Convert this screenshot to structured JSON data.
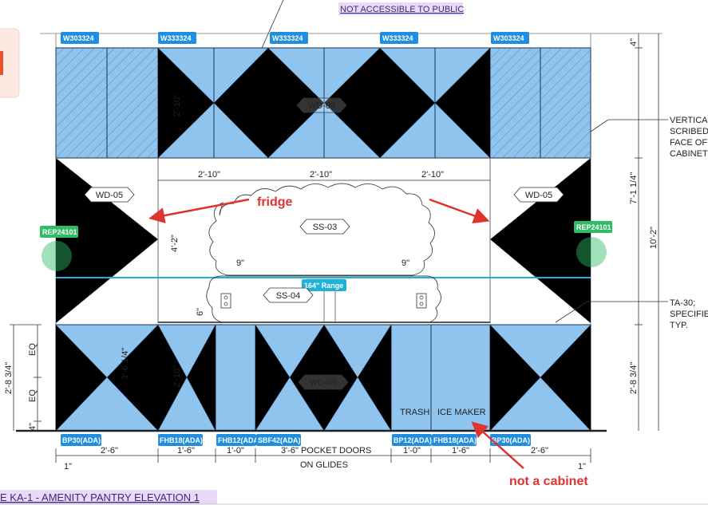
{
  "header_note": "NOT ACCESSIBLE TO PUBLIC",
  "sheet_title": "E KA-1 - AMENITY PANTRY ELEVATION 1",
  "colors": {
    "tag_blue": "#1f8ee0",
    "tag_green": "#2ebd63",
    "cab_fill": "#8fc4ef",
    "range_line": "#1cb3d6",
    "arrow_red": "#e0322f",
    "title_purple": "#ead9f7"
  },
  "upper_tags": [
    "W303324",
    "W333324",
    "W333324",
    "W333324",
    "W303324"
  ],
  "lower_tags": [
    "BP30(ADA)",
    "FHB18(ADA)",
    "FHB12(ADA",
    "SBF42(ADA)",
    "BP12(ADA)",
    "FHB18(ADA)",
    "BP30(ADA)"
  ],
  "rep_tags": [
    "REP24101",
    "REP24101"
  ],
  "range_tag": "164\" Range",
  "finish_labels": {
    "upper_center": "WD-05",
    "wall_left": "WD-05",
    "wall_right": "WD-05",
    "backsplash": "SS-03",
    "counter": "SS-04",
    "lower_center": "WD-05"
  },
  "annotations": {
    "fridge": "fridge",
    "not_a_cabinet": "not a cabinet"
  },
  "appliance_labels": {
    "trash": "TRASH",
    "ice_maker": "ICE MAKER"
  },
  "right_notes": {
    "vertical": [
      "VERTICA",
      "SCRIBED",
      "FACE OF",
      "CABINET"
    ],
    "ta": [
      "TA-30;",
      "SPECIFIE",
      "TYP."
    ]
  },
  "dims": {
    "d4": "4\"",
    "d714": "7'-1 1/4\"",
    "d102": "10'-2\"",
    "d2834r": "2'-8 3/4\"",
    "d210u": "2'-10\"",
    "d210a": "2'-10\"",
    "d210b": "2'-10\"",
    "d210c": "2'-10\"",
    "d42": "4'-2\"",
    "d9a": "9\"",
    "d9b": "9\"",
    "d6": "6\"",
    "d3614": "3'-6 1/4\"",
    "d210l": "2'-10\"",
    "d2834l": "2'-8 3/4\"",
    "eq1": "EQ",
    "eq2": "EQ",
    "d4l": "4\"",
    "b26a": "2'-6\"",
    "b16a": "1'-6\"",
    "b10a": "1'-0\"",
    "b36": "3'-6\" POCKET DOORS",
    "b36b": "ON GLIDES",
    "b10b": "1'-0\"",
    "b16b": "1'-6\"",
    "b26b": "2'-6\"",
    "b1a": "1\"",
    "b1b": "1\""
  }
}
